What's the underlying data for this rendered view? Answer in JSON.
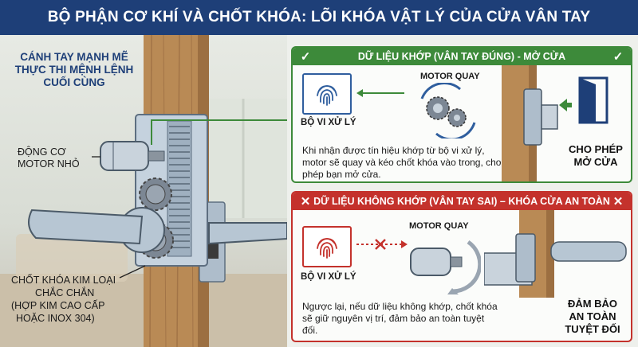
{
  "title": "BỘ PHẬN CƠ KHÍ VÀ CHỐT KHÓA: LÕI KHÓA VẬT LÝ CỦA CỬA VÂN TAY",
  "left": {
    "heading_lines": [
      "CÁNH TAY MẠNH MẼ",
      "THỰC THI MỆNH LỆNH",
      "CUỐI CÙNG"
    ],
    "motor_label_lines": [
      "ĐỘNG CƠ",
      "MOTOR NHỎ"
    ],
    "bolt_label_lines": [
      "CHỐT KHÓA KIM LOẠI",
      "CHẮC CHẮN",
      "(HỢP KIM CAO CẤP",
      "HOẶC INOX 304)"
    ]
  },
  "match_panel": {
    "header": "DỮ LIỆU KHỚP (VÂN TAY ĐÚNG) - MỞ CỬA",
    "header_icon": "check-icon",
    "processor_label": "BỘ VI XỬ LÝ",
    "motor_label": "MOTOR QUAY",
    "description": "Khi nhận được tín hiệu khớp từ bộ vi xử lý, motor sẽ quay và kéo chốt khóa vào trong, cho phép bạn mở cửa.",
    "action_lines": [
      "CHO PHÉP",
      "MỞ CỬA"
    ],
    "color": "#3d8a3a"
  },
  "nomatch_panel": {
    "header": "DỮ LIỆU KHÔNG KHỚP (VÂN TAY SAI) – KHÓA CỬA AN TOÀN",
    "header_icon": "x-icon",
    "processor_label": "BỘ VI XỬ LÝ",
    "motor_label": "MOTOR QUAY",
    "description": "Ngược lại, nếu dữ liệu không khớp, chốt khóa sẽ giữ nguyên vị trí, đảm bảo an toàn tuyệt đối.",
    "action_lines": [
      "ĐẢM BẢO",
      "AN TOÀN",
      "TUYỆT ĐỐI"
    ],
    "color": "#c4322c"
  },
  "colors": {
    "title_bg": "#1e3f78",
    "ok": "#3d8a3a",
    "bad": "#c4322c",
    "door_wood": "#b98a55"
  }
}
